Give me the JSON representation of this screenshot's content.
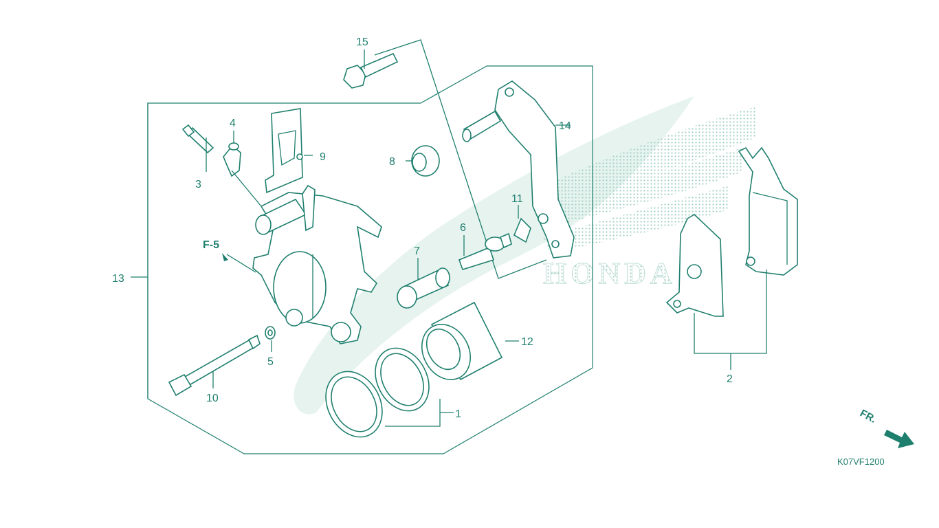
{
  "colors": {
    "line": "#1f7f6e",
    "watermark": "#e6f3ef",
    "background": "#ffffff"
  },
  "watermark": {
    "text": "HONDA",
    "type": "logo"
  },
  "reference": {
    "label": "F-5"
  },
  "direction": {
    "label": "FR.",
    "icon": "arrow-right-icon"
  },
  "diagram_code": "K07VF1200",
  "parts": [
    {
      "id": "p1",
      "number": "1"
    },
    {
      "id": "p2",
      "number": "2"
    },
    {
      "id": "p3",
      "number": "3"
    },
    {
      "id": "p4",
      "number": "4"
    },
    {
      "id": "p5",
      "number": "5"
    },
    {
      "id": "p6",
      "number": "6"
    },
    {
      "id": "p7",
      "number": "7"
    },
    {
      "id": "p8",
      "number": "8"
    },
    {
      "id": "p9",
      "number": "9"
    },
    {
      "id": "p10",
      "number": "10"
    },
    {
      "id": "p11",
      "number": "11"
    },
    {
      "id": "p12",
      "number": "12"
    },
    {
      "id": "p13",
      "number": "13"
    },
    {
      "id": "p14",
      "number": "14"
    },
    {
      "id": "p15",
      "number": "15"
    }
  ]
}
